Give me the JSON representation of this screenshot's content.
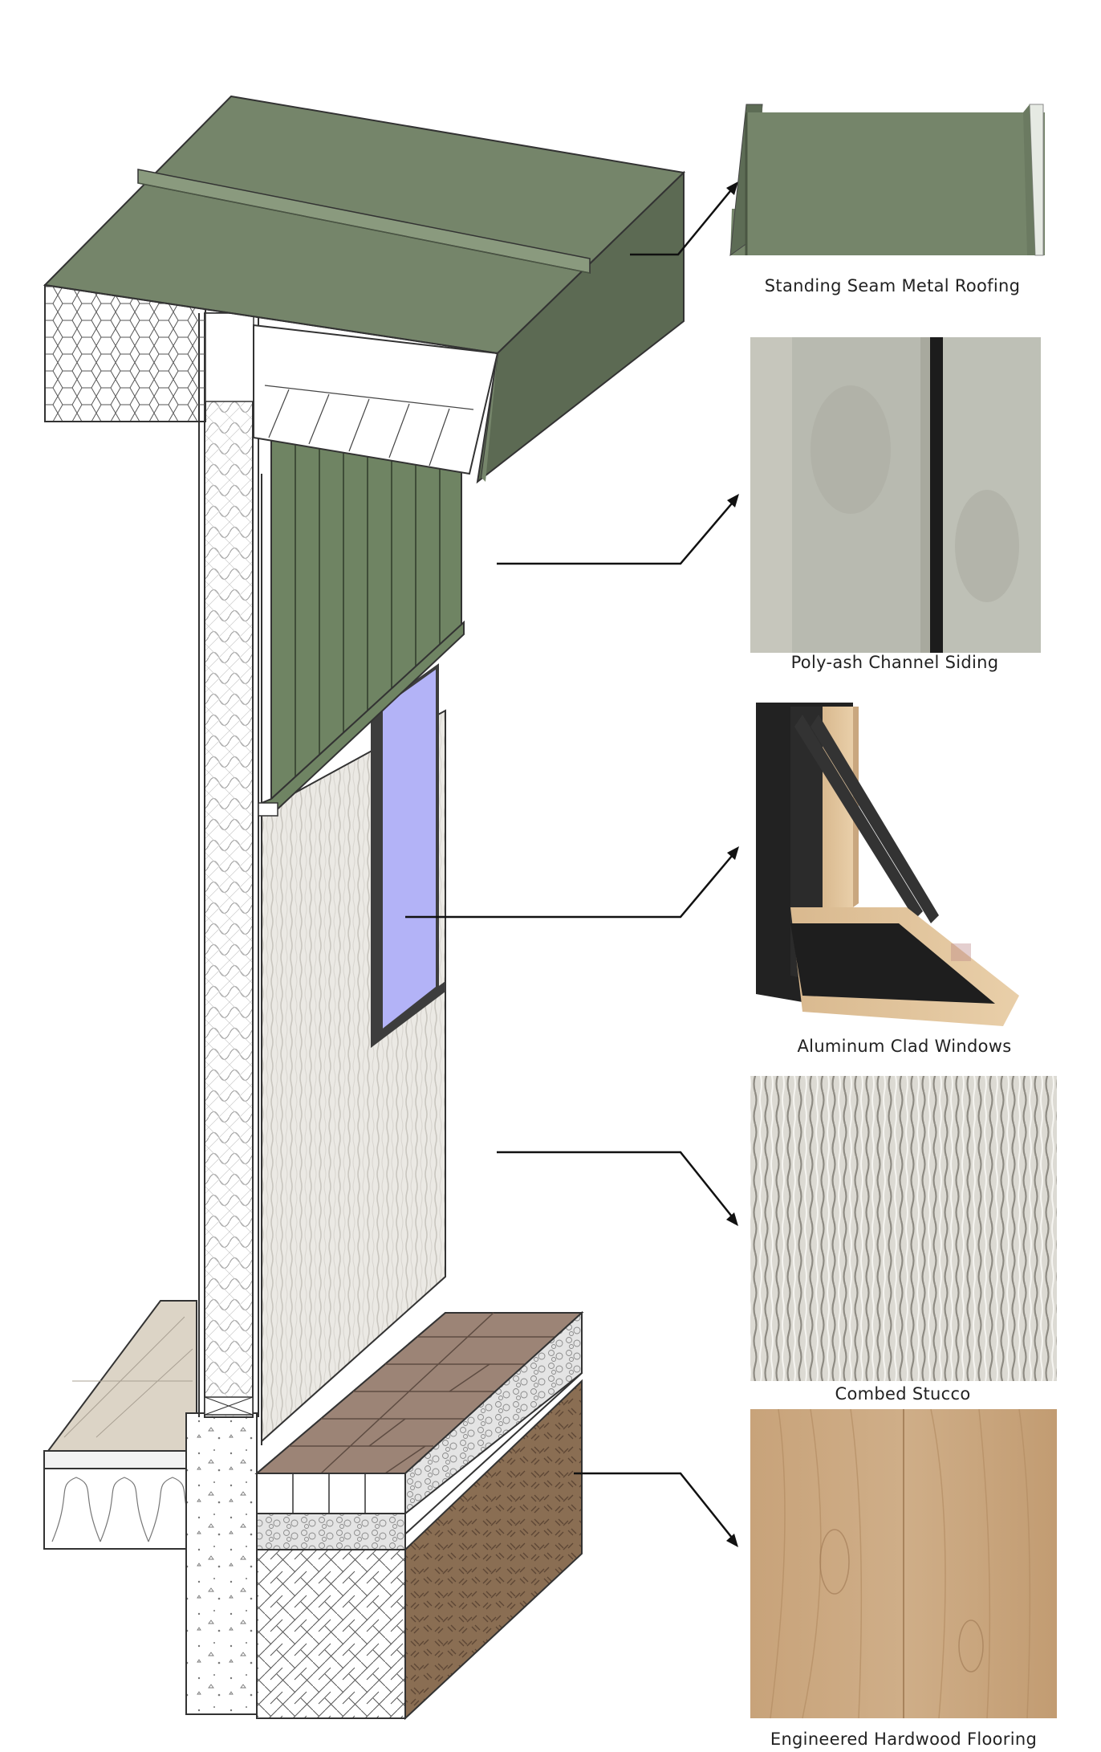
{
  "diagram": {
    "materials": [
      {
        "id": "roofing",
        "label": "Standing Seam Metal Roofing"
      },
      {
        "id": "siding",
        "label": "Poly-ash Channel Siding"
      },
      {
        "id": "windows",
        "label": "Aluminum Clad Windows"
      },
      {
        "id": "stucco",
        "label": "Combed Stucco"
      },
      {
        "id": "flooring",
        "label": "Engineered Hardwood Flooring"
      }
    ],
    "colors": {
      "roof_green": "#75856a",
      "roof_green_dark": "#5c6a53",
      "siding_green": "#6f8463",
      "glass": "#b3b3f7",
      "window_frame": "#3d3d3d",
      "stucco": "#e8e6e1",
      "concrete_siding": "#b9bbb0",
      "paver": "#9c8476",
      "soil": "#8a6e53",
      "wood_floor": "#c9a77f",
      "floor_tile": "#dcd4c6"
    },
    "icons": [
      "arrow-icon"
    ]
  }
}
